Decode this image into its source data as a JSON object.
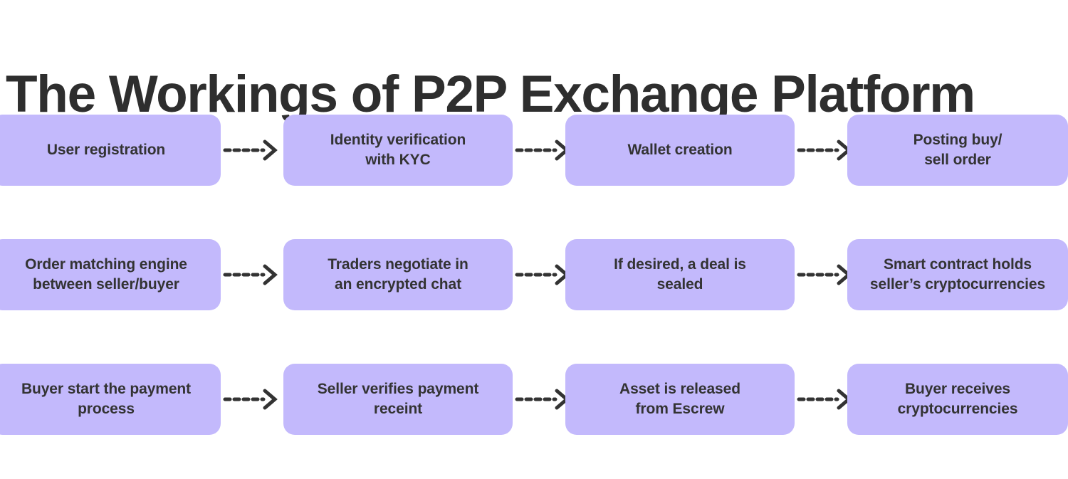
{
  "page": {
    "title": "The Workings of P2P Exchange Platform",
    "background_color": "#ffffff",
    "title_color": "#2e2e2e"
  },
  "theme": {
    "node_fill": "#c3b9fc",
    "node_text_color": "#333333",
    "arrow_color": "#333333"
  },
  "diagram_data": {
    "type": "flowchart",
    "title": "The Workings of P2P Exchange Platform",
    "direction": "left-to-right, wrapping across 3 rows",
    "columns": 4,
    "rows": 3,
    "connector_style": "dashed line with open chevron arrowhead",
    "nodes": [
      {
        "id": "n1",
        "label": "User registration",
        "row": 1,
        "col": 1
      },
      {
        "id": "n2",
        "label": "Identity verification\nwith KYC",
        "row": 1,
        "col": 2
      },
      {
        "id": "n3",
        "label": "Wallet creation",
        "row": 1,
        "col": 3
      },
      {
        "id": "n4",
        "label": "Posting buy/\nsell order",
        "row": 1,
        "col": 4
      },
      {
        "id": "n5",
        "label": "Order matching engine\nbetween seller/buyer",
        "row": 2,
        "col": 1
      },
      {
        "id": "n6",
        "label": "Traders negotiate in\nan encrypted chat",
        "row": 2,
        "col": 2
      },
      {
        "id": "n7",
        "label": "If desired, a deal is\nsealed",
        "row": 2,
        "col": 3
      },
      {
        "id": "n8",
        "label": "Smart contract holds\nseller’s cryptocurrencies",
        "row": 2,
        "col": 4
      },
      {
        "id": "n9",
        "label": "Buyer start the payment\nprocess",
        "row": 3,
        "col": 1
      },
      {
        "id": "n10",
        "label": "Seller verifies payment\nreceint",
        "row": 3,
        "col": 2
      },
      {
        "id": "n11",
        "label": "Asset is released\nfrom Escrew",
        "row": 3,
        "col": 3
      },
      {
        "id": "n12",
        "label": "Buyer receives\ncryptocurrencies",
        "row": 3,
        "col": 4
      }
    ],
    "edges": [
      {
        "from": "n1",
        "to": "n2"
      },
      {
        "from": "n2",
        "to": "n3"
      },
      {
        "from": "n3",
        "to": "n4"
      },
      {
        "from": "n5",
        "to": "n6"
      },
      {
        "from": "n6",
        "to": "n7"
      },
      {
        "from": "n7",
        "to": "n8"
      },
      {
        "from": "n9",
        "to": "n10"
      },
      {
        "from": "n10",
        "to": "n11"
      },
      {
        "from": "n11",
        "to": "n12"
      }
    ]
  },
  "rows": [
    {
      "nodes": [
        {
          "label": "User registration"
        },
        {
          "label": "Identity verification\nwith KYC"
        },
        {
          "label": "Wallet creation"
        },
        {
          "label": "Posting buy/\nsell order"
        }
      ]
    },
    {
      "nodes": [
        {
          "label": "Order matching engine\nbetween seller/buyer"
        },
        {
          "label": "Traders negotiate in\nan encrypted chat"
        },
        {
          "label": "If desired, a deal is\nsealed"
        },
        {
          "label": "Smart contract holds\nseller’s cryptocurrencies"
        }
      ]
    },
    {
      "nodes": [
        {
          "label": "Buyer start the payment\nprocess"
        },
        {
          "label": "Seller verifies payment\nreceint"
        },
        {
          "label": "Asset is released\nfrom Escrew"
        },
        {
          "label": "Buyer receives\ncryptocurrencies"
        }
      ]
    }
  ]
}
